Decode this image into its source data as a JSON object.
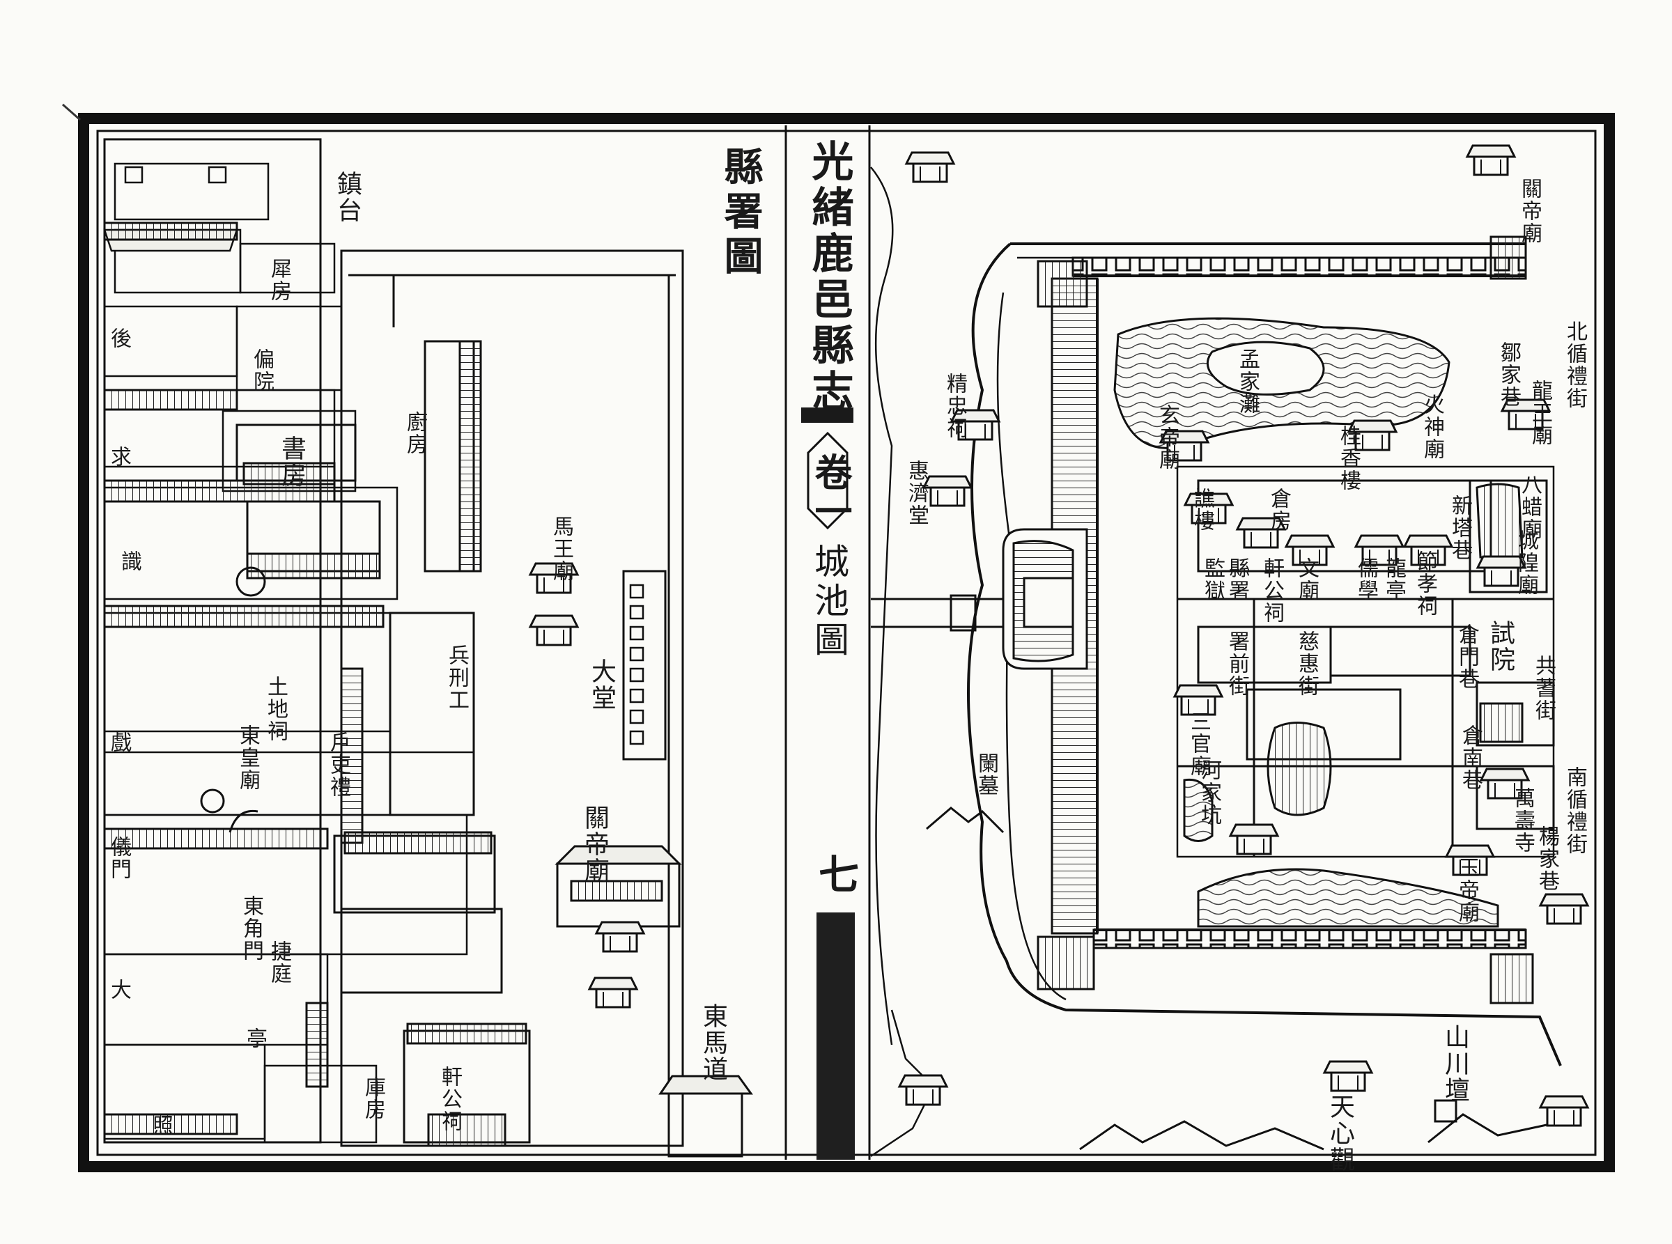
{
  "spread": {
    "book_title": "光緒鹿邑縣志",
    "volume": "卷一",
    "right_map_title": "城池圖",
    "page_number": "七",
    "left_map_title": "縣署圖"
  },
  "left_labels": {
    "guard_house": "鎮台",
    "dian_fang": "犀房",
    "pian_yuan": "偏院",
    "shu_fang": "書房",
    "hou": "後",
    "qiu": "求",
    "shi": "識",
    "zhou_fang": "廚房",
    "ma_wang_miao": "馬王廟",
    "da_tang": "大堂",
    "yi_men": "儀門",
    "hu_li": "戶吏禮",
    "bing_xing": "兵刑工",
    "tu_di_ci": "土地祠",
    "dong_huang": "東皇廟",
    "da_xian_ting": "大",
    "guan_di_miao": "關帝廟",
    "dong_jiao_men": "東角門",
    "xi": "戲",
    "ting": "亭",
    "dong_ma_dao": "東馬道",
    "xuan_gong_ci": "軒公祠",
    "bei_fang": "庫房",
    "zhao": "照",
    "jie_shi": "捷庭"
  },
  "right_labels": {
    "guan_di_miao_ne": "關帝廟",
    "jing_zhong_ci": "精忠祠",
    "hui_ji_tang": "惠濟堂",
    "meng_jia_tan": "孟家灘",
    "xuan_di_miao": "玄帝廟",
    "gui_xiang_lou": "桂香樓",
    "huo_shen_miao": "火神廟",
    "bei_xun_li_jie": "北循禮街",
    "long_wang_miao": "龍王廟",
    "zou_jia_xiang": "鄒家巷",
    "cang_fang": "倉房",
    "ting_lou": "譙樓",
    "xin_ta_xiang": "新塔巷",
    "cheng_huang_miao": "城隍廟",
    "ba_zha_miao": "八蜡廟",
    "jian_yu": "監獄",
    "xian_shu": "縣署",
    "xuan_gong_ci": "軒公祠",
    "wen_miao": "文廟",
    "ru_xue": "儒學",
    "long_ting": "龍亭",
    "jie_xiao": "節孝祠",
    "shu_qian_jie": "署前街",
    "ci_hui_jie": "慈惠街",
    "cang_men_xiang": "倉門巷",
    "shi_yuan": "試院",
    "gong_cao_jie": "共蓍街",
    "san_guan_miao": "三官廟",
    "cang_nan_xiang": "倉南巷",
    "he_jia_keng": "河家坑",
    "wan_shou_si": "萬壽寺",
    "yang_jia_xiang": "楊家巷",
    "nan_xun_li_jie": "南循禮街",
    "yu_di_miao": "玉帝廟",
    "lan_mu": "闌墓",
    "shan_chuan_tan": "山川壇",
    "tian_xin_guan": "天心觀"
  }
}
